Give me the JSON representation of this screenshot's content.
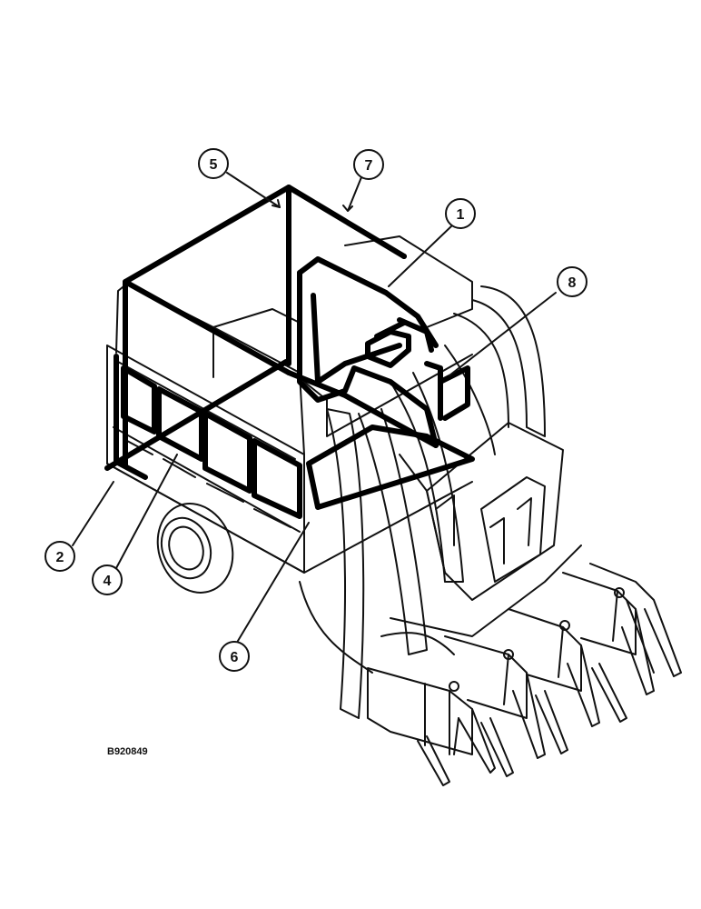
{
  "callouts": [
    {
      "id": "1",
      "label": "1"
    },
    {
      "id": "2",
      "label": "2"
    },
    {
      "id": "4",
      "label": "4"
    },
    {
      "id": "5",
      "label": "5"
    },
    {
      "id": "6",
      "label": "6"
    },
    {
      "id": "7",
      "label": "7"
    },
    {
      "id": "8",
      "label": "8"
    }
  ],
  "reference_code": "B920849",
  "colors": {
    "ink": "#111111",
    "paper": "#ffffff"
  }
}
